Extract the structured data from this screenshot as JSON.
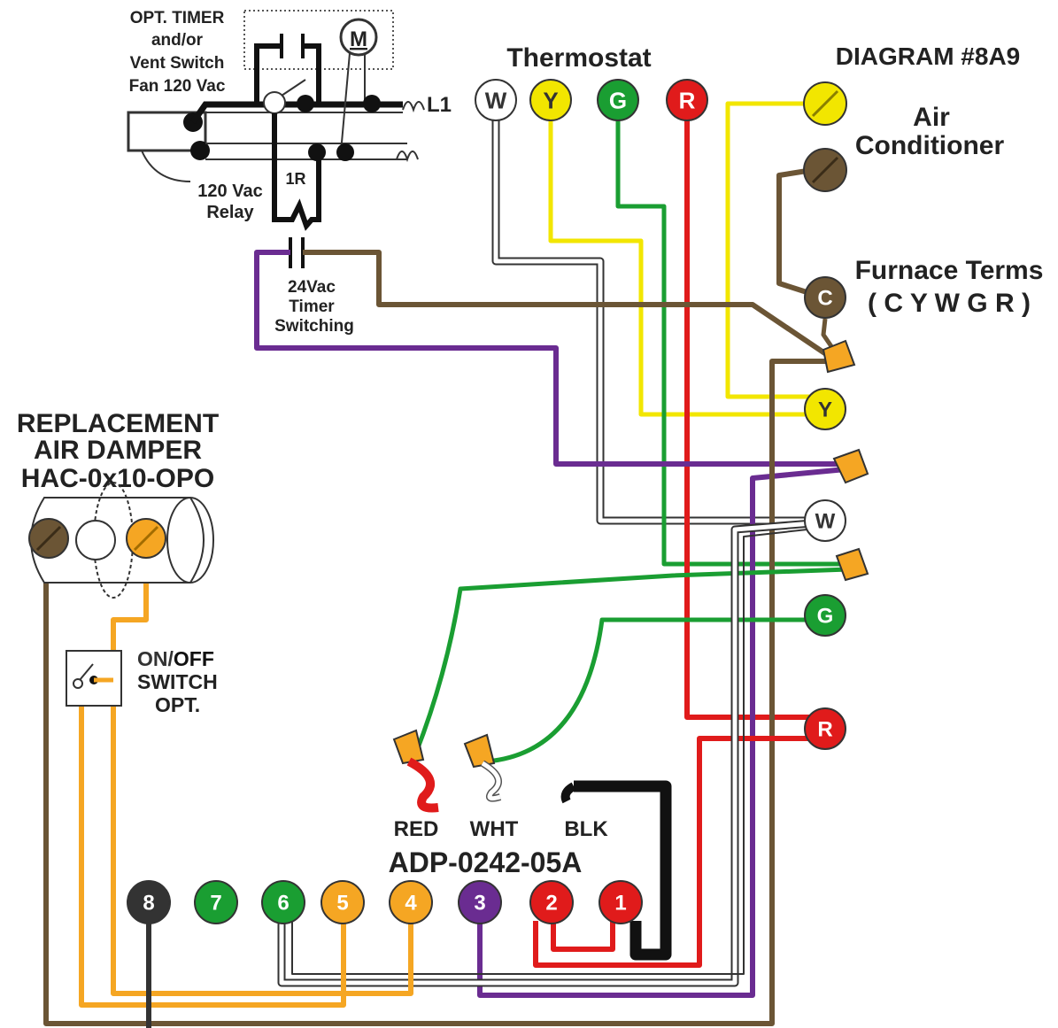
{
  "title": "DIAGRAM #8A9",
  "thermostat": {
    "heading": "Thermostat",
    "terminals": [
      {
        "label": "W",
        "color": "#ffffff",
        "text_color": "#333333"
      },
      {
        "label": "Y",
        "color": "#f2e600",
        "text_color": "#333333"
      },
      {
        "label": "G",
        "color": "#1a9e32",
        "text_color": "#ffffff"
      },
      {
        "label": "R",
        "color": "#e01b1b",
        "text_color": "#ffffff"
      }
    ]
  },
  "air_conditioner": {
    "label_line1": "Air",
    "label_line2": "Conditioner"
  },
  "furnace": {
    "label_line1": "Furnace Terms",
    "label_line2": "( C Y W G R )",
    "terminals": [
      {
        "label": "C",
        "color": "#6b5535",
        "text_color": "#ffffff"
      },
      {
        "label": "Y",
        "color": "#f2e600",
        "text_color": "#333333"
      },
      {
        "label": "W",
        "color": "#ffffff",
        "text_color": "#333333"
      },
      {
        "label": "G",
        "color": "#1a9e32",
        "text_color": "#ffffff"
      },
      {
        "label": "R",
        "color": "#e01b1b",
        "text_color": "#ffffff"
      }
    ]
  },
  "timer": {
    "label_lines": [
      "OPT. TIMER",
      "and/or",
      "Vent Switch",
      "Fan 120 Vac"
    ],
    "motor_label": "M",
    "line_label": "L1",
    "relay_lines": [
      "120 Vac",
      "Relay"
    ],
    "relay_id": "1R",
    "switching_lines": [
      "24Vac",
      "Timer",
      "Switching"
    ]
  },
  "damper": {
    "title_lines": [
      "REPLACEMENT",
      "AIR DAMPER",
      "HAC-0x10-OPO"
    ],
    "switch_lines_on": "ON/",
    "switch_lines_off": "OFF",
    "switch_line2": "SWITCH",
    "switch_line3": "OPT."
  },
  "control": {
    "model": "ADP-0242-05A",
    "lead_labels": [
      "RED",
      "WHT",
      "BLK"
    ],
    "terminals": [
      {
        "label": "8",
        "color": "#333333"
      },
      {
        "label": "7",
        "color": "#1a9e32"
      },
      {
        "label": "6",
        "color": "#1a9e32"
      },
      {
        "label": "5",
        "color": "#f5a623"
      },
      {
        "label": "4",
        "color": "#f5a623"
      },
      {
        "label": "3",
        "color": "#6a2c91"
      },
      {
        "label": "2",
        "color": "#e01b1b"
      },
      {
        "label": "1",
        "color": "#e01b1b"
      }
    ]
  },
  "wire_colors": {
    "white": "#ffffff",
    "yellow": "#f2e600",
    "green": "#1a9e32",
    "red": "#e01b1b",
    "brown": "#6b5535",
    "purple": "#6a2c91",
    "orange": "#f5a623",
    "black": "#111111"
  }
}
